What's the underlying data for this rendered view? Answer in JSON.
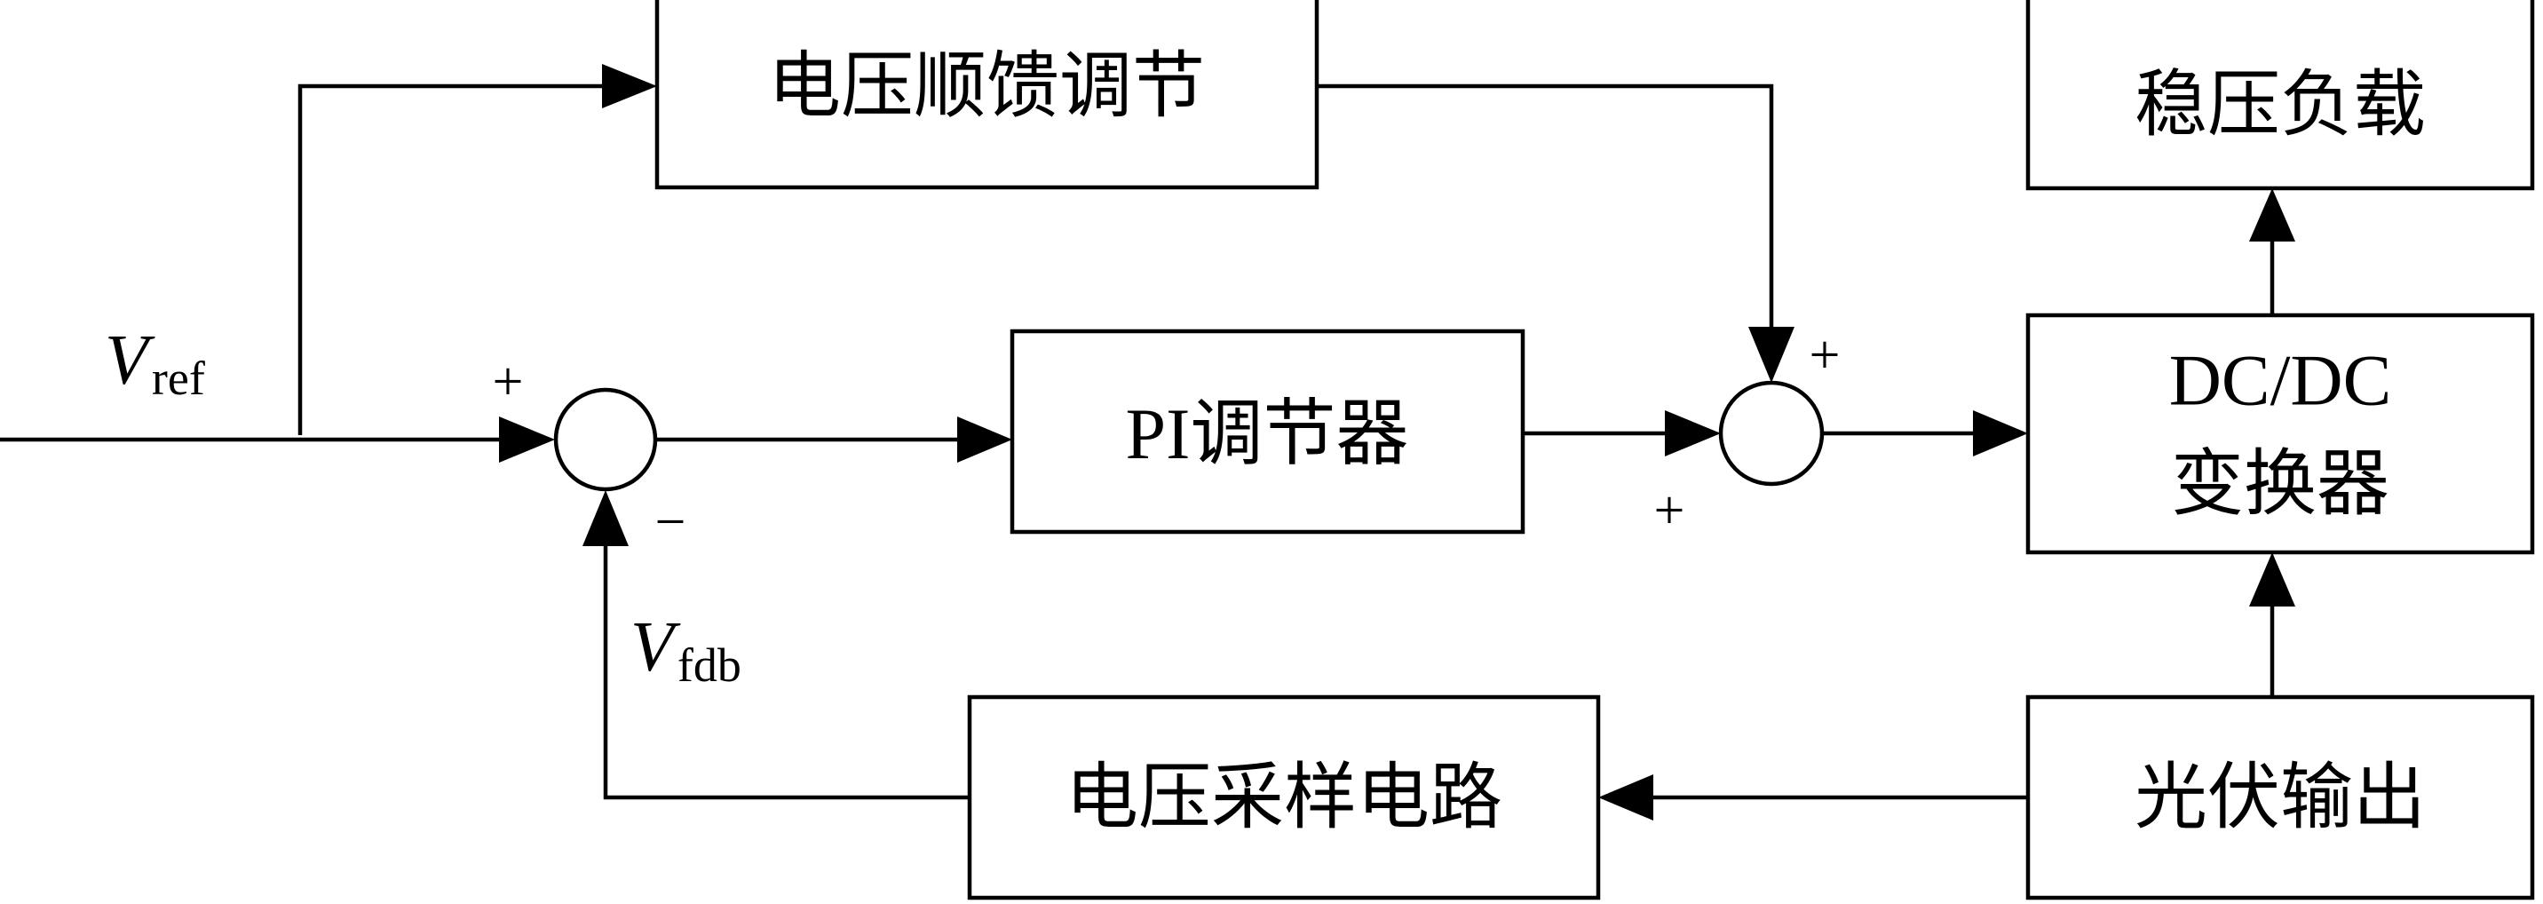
{
  "blocks": {
    "feedforward": "电压顺馈调节",
    "pi": {
      "latin": "PI",
      "cn": "调节器"
    },
    "load": "稳压负载",
    "converter": {
      "line1": "DC/DC",
      "line2": "变换器"
    },
    "sampling": "电压采样电路",
    "pv_output": "光伏输出"
  },
  "signals": {
    "vref": {
      "main": "V",
      "sub": "ref"
    },
    "vfdb": {
      "main": "V",
      "sub": "fdb"
    }
  },
  "signs": {
    "sum1_plus": "+",
    "sum1_minus": "−",
    "sum2_top_plus": "+",
    "sum2_left_plus": "+"
  }
}
